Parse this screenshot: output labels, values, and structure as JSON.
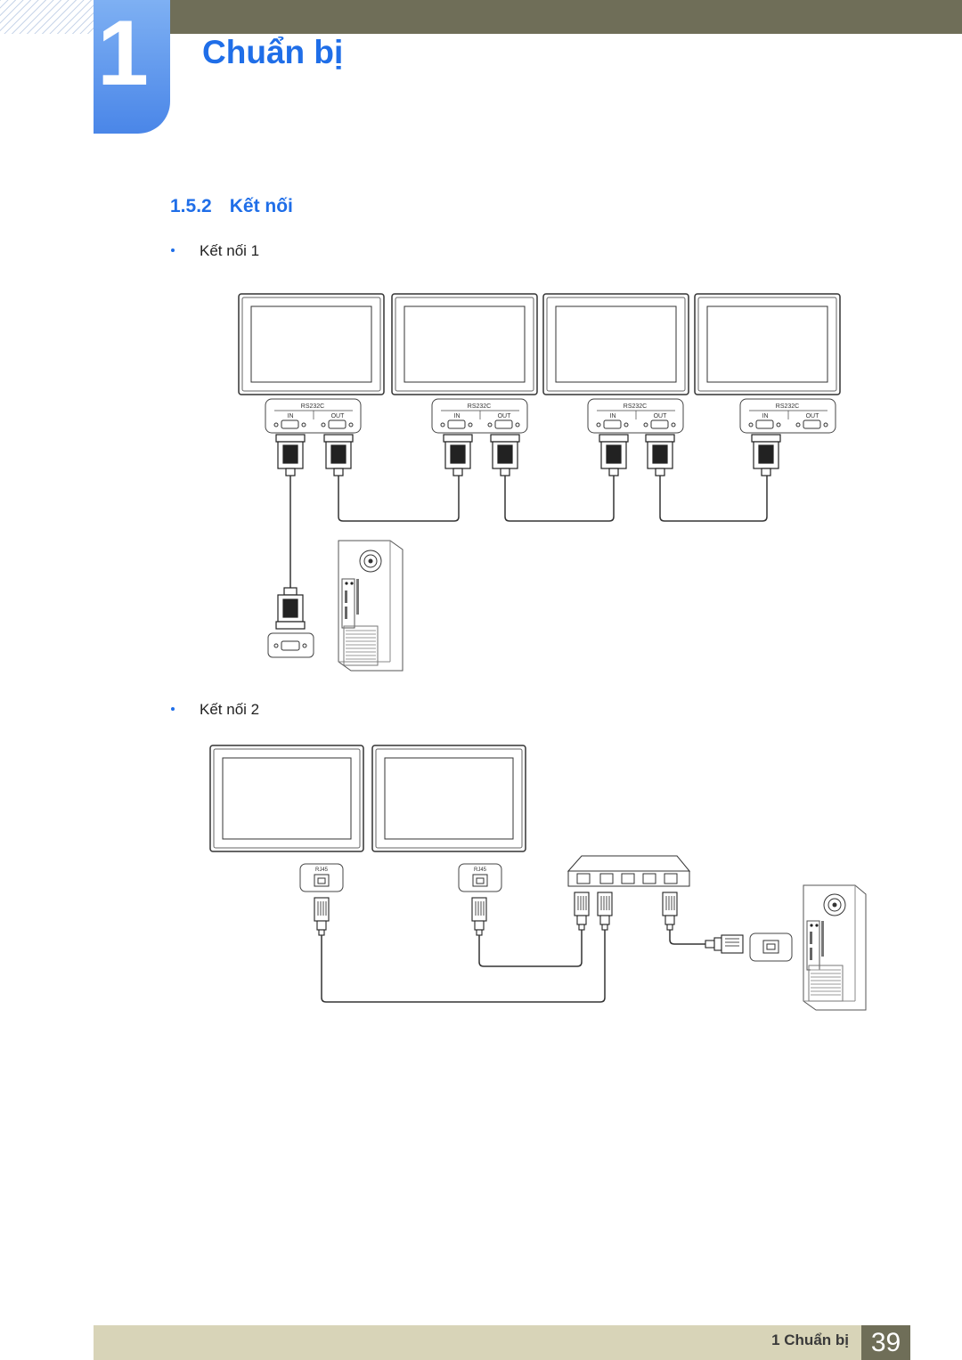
{
  "chapter": {
    "number": "1",
    "title": "Chuẩn bị"
  },
  "section": {
    "number": "1.5.2",
    "title": "Kết nối"
  },
  "connection1": {
    "label": "Kết nối 1",
    "port_title": "RS232C",
    "port_in": "IN",
    "port_out": "OUT"
  },
  "connection2": {
    "label": "Kết nối 2",
    "port_label": "RJ45"
  },
  "footer": {
    "text": "1 Chuẩn bị",
    "page": "39"
  }
}
